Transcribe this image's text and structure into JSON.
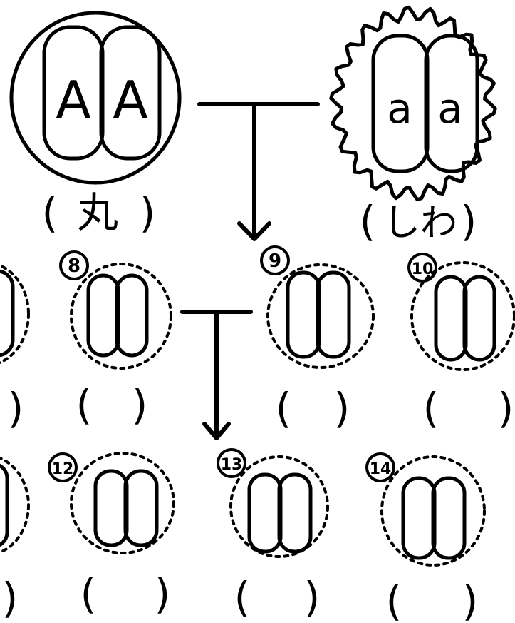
{
  "parents": {
    "round": {
      "alleles": [
        "A",
        "A"
      ],
      "label": "丸",
      "open_paren": "(",
      "close_paren": ")"
    },
    "wrinkled": {
      "alleles": [
        "a",
        "a"
      ],
      "label": "しわ",
      "open_paren": "(",
      "close_paren": ")"
    }
  },
  "offspring_numbers": [
    "8",
    "9",
    "10",
    "12",
    "13",
    "14"
  ],
  "paren_open": "(",
  "paren_close": ")",
  "colors": {
    "ink": "#000000",
    "background": "#ffffff"
  }
}
